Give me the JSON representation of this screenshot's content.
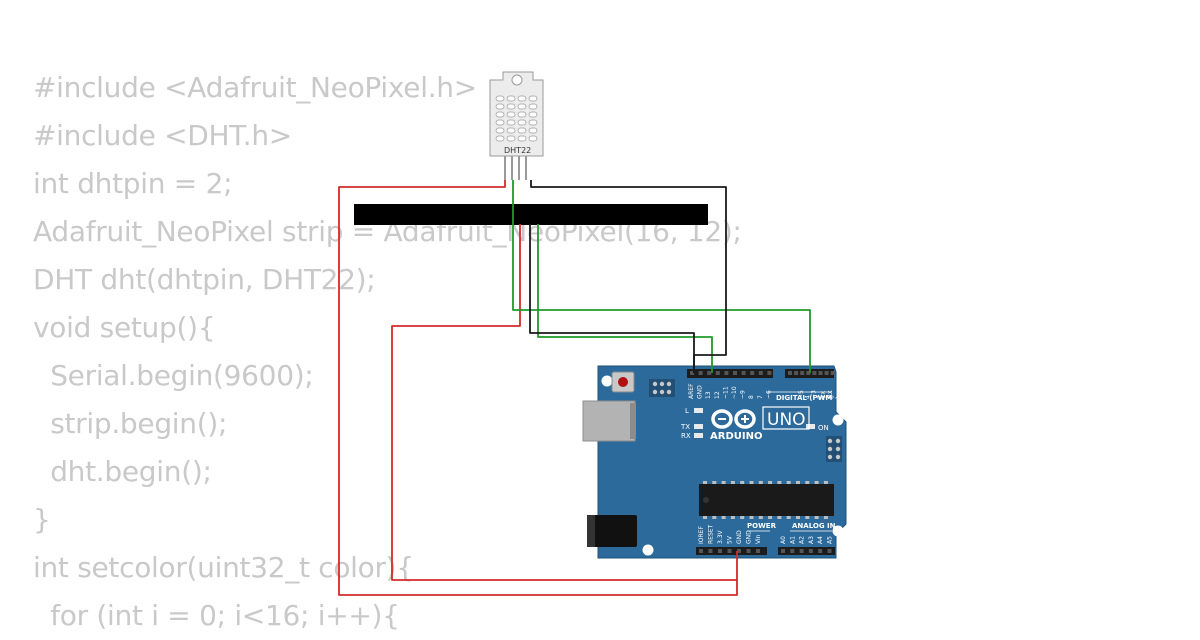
{
  "code": {
    "lines": [
      "#include <Adafruit_NeoPixel.h>",
      "#include <DHT.h>",
      "int dhtpin = 2;",
      "Adafruit_NeoPixel strip = Adafruit_NeoPixel(16, 12);",
      "DHT dht(dhtpin, DHT22);",
      "void setup(){",
      "  Serial.begin(9600);",
      "  strip.begin();",
      "  dht.begin();",
      "}",
      "int setcolor(uint32_t color){",
      "  for (int i = 0; i<16; i++){"
    ]
  },
  "sensor": {
    "label": "DHT22"
  },
  "board": {
    "brand": "ARDUINO",
    "model": "UNO",
    "digital_header": "DIGITAL (PWM ~)",
    "power_header": "POWER",
    "analog_header": "ANALOG IN",
    "led_l": "L",
    "led_tx": "TX",
    "led_rx": "RX",
    "led_on": "ON",
    "tx_pin": "TX",
    "rx_pin": "RX",
    "digital_pins": [
      "AREF",
      "GND",
      "13",
      "12",
      "~11",
      "~10",
      "~9",
      "8",
      "7",
      "~6",
      "~5",
      "4",
      "~3",
      "2",
      "1",
      "0"
    ],
    "power_pins": [
      "IOREF",
      "RESET",
      "3.3V",
      "5V",
      "GND",
      "GND",
      "Vin"
    ],
    "analog_pins": [
      "A0",
      "A1",
      "A2",
      "A3",
      "A4",
      "A5"
    ]
  },
  "colors": {
    "code_text": "#c9c9c9",
    "board": "#2b6a9b",
    "wire_red": "#d42a2a",
    "wire_green": "#1f9a2a",
    "wire_black": "#1a1a1a",
    "neopixel_strip": "#000000"
  }
}
